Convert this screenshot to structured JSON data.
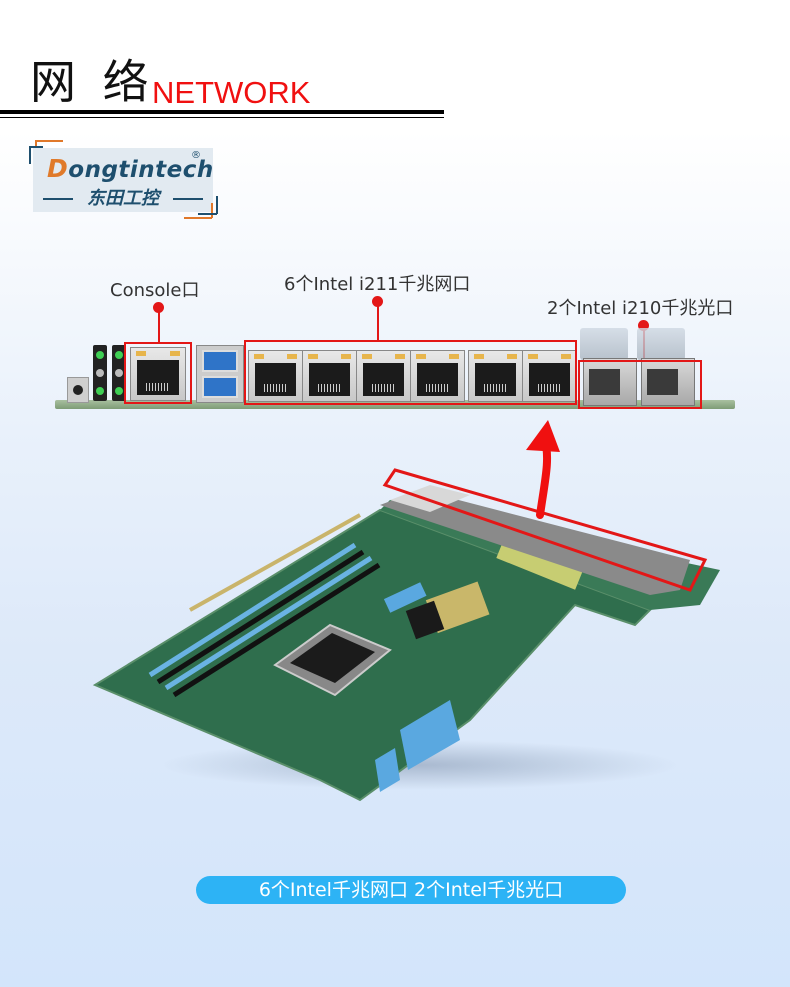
{
  "header": {
    "title_cn": "网 络",
    "title_en": "NETWORK",
    "title_en_color": "#f01010"
  },
  "logo": {
    "brand_initial": "D",
    "brand_rest": "ongtintech",
    "registered_mark": "®",
    "brand_cn": "东田工控",
    "brand_color": "#1e4f6e",
    "accent_color": "#e07a2a"
  },
  "io_panel": {
    "callouts": [
      {
        "label": "Console口",
        "port_count": 1
      },
      {
        "label": "6个Intel i211千兆网口",
        "port_count": 6
      },
      {
        "label": "2个Intel i210千兆光口",
        "port_count": 2
      }
    ],
    "highlight_color": "#e31717"
  },
  "board": {
    "arrow_icon": "curved-arrow-up-icon",
    "highlight": "rear-io-edge"
  },
  "footer": {
    "summary": "6个Intel千兆网口  2个Intel千兆光口",
    "pill_color": "#2db3f5"
  }
}
